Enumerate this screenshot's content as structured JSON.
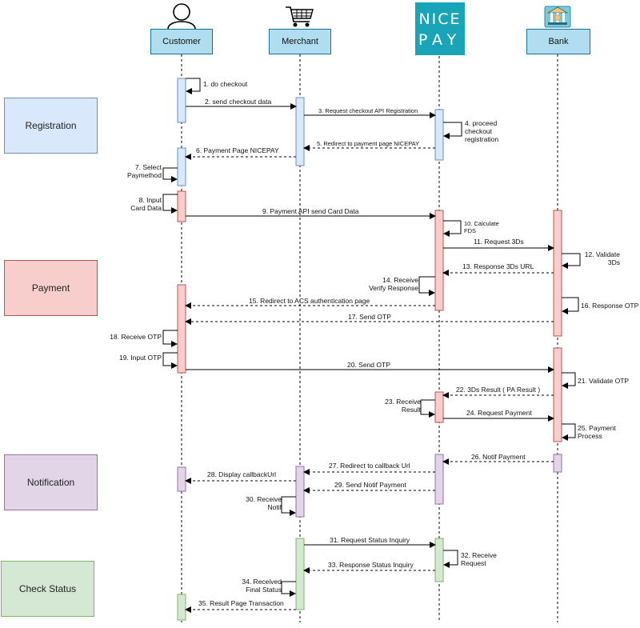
{
  "actors": {
    "customer": "Customer",
    "merchant": "Merchant",
    "bank": "Bank",
    "nicepay_logo_top": "NICE",
    "nicepay_logo_bottom": "PAY"
  },
  "phases": [
    {
      "key": "registration",
      "label": "Registration",
      "fill": "#dae8fc",
      "stroke": "#6c8ebf"
    },
    {
      "key": "payment",
      "label": "Payment",
      "fill": "#f8cecc",
      "stroke": "#b85450"
    },
    {
      "key": "notification",
      "label": "Notification",
      "fill": "#e1d5e7",
      "stroke": "#9673a6"
    },
    {
      "key": "check_status",
      "label": "Check Status",
      "fill": "#d5e8d4",
      "stroke": "#82b366"
    }
  ],
  "steps": [
    {
      "key": "s1",
      "text": "1. do checkout"
    },
    {
      "key": "s2",
      "text": "2. send checkout data"
    },
    {
      "key": "s3",
      "text": "3. Request checkout API Registration"
    },
    {
      "key": "s4",
      "text": "4. proceed\ncheckout\nregistration"
    },
    {
      "key": "s5",
      "text": "5. Redirect to payment page NICEPAY"
    },
    {
      "key": "s6",
      "text": "6. Payment Page NICEPAY"
    },
    {
      "key": "s7",
      "text": "7. Select\nPaymethod"
    },
    {
      "key": "s8",
      "text": "8. Input\nCard Data"
    },
    {
      "key": "s9",
      "text": "9. Payment API send Card Data"
    },
    {
      "key": "s10",
      "text": "10. Calculate\nFDS"
    },
    {
      "key": "s11",
      "text": "11. Request 3Ds"
    },
    {
      "key": "s12",
      "text": "12. Validate\n3Ds"
    },
    {
      "key": "s13",
      "text": "13. Response 3Ds URL"
    },
    {
      "key": "s14",
      "text": "14. Receive\nVerify Response"
    },
    {
      "key": "s15",
      "text": "15. Redirect to ACS authentication page"
    },
    {
      "key": "s16",
      "text": "16. Response OTP"
    },
    {
      "key": "s17",
      "text": "17. Send OTP"
    },
    {
      "key": "s18",
      "text": "18. Receive OTP"
    },
    {
      "key": "s19",
      "text": "19. Input OTP"
    },
    {
      "key": "s20",
      "text": "20. Send OTP"
    },
    {
      "key": "s21",
      "text": "21. Validate OTP"
    },
    {
      "key": "s22",
      "text": "22. 3Ds Result ( PA Result )"
    },
    {
      "key": "s23",
      "text": "23. Receive\nResult"
    },
    {
      "key": "s24",
      "text": "24. Request Payment"
    },
    {
      "key": "s25",
      "text": "25. Payment\nProcess"
    },
    {
      "key": "s26",
      "text": "26. Notif Payment"
    },
    {
      "key": "s27",
      "text": "27. Redirect to callback Url"
    },
    {
      "key": "s28",
      "text": "28. Display callbackUrl"
    },
    {
      "key": "s29",
      "text": "29. Send Notif Payment"
    },
    {
      "key": "s30",
      "text": "30. Receive\nNotif"
    },
    {
      "key": "s31",
      "text": "31. Request Status Inquiry"
    },
    {
      "key": "s32",
      "text": "32. Receive\nRequest"
    },
    {
      "key": "s33",
      "text": "33. Response Status Inquiry"
    },
    {
      "key": "s34",
      "text": "34. Received\nFinal Status"
    },
    {
      "key": "s35",
      "text": "35. Result Page Transaction"
    }
  ],
  "colors": {
    "actor_fill": "#b1ddf0",
    "actor_stroke": "#10739e",
    "activation_blue": "#dae8fc",
    "activation_red": "#f8cecc",
    "activation_purple": "#e1d5e7",
    "activation_green": "#d5e8d4",
    "nicepay_brand": "#1aa4b8"
  },
  "icons": {
    "customer": "person-icon",
    "merchant": "shopping-cart-icon",
    "nicepay": "nicepay-logo",
    "bank": "bank-icon"
  }
}
